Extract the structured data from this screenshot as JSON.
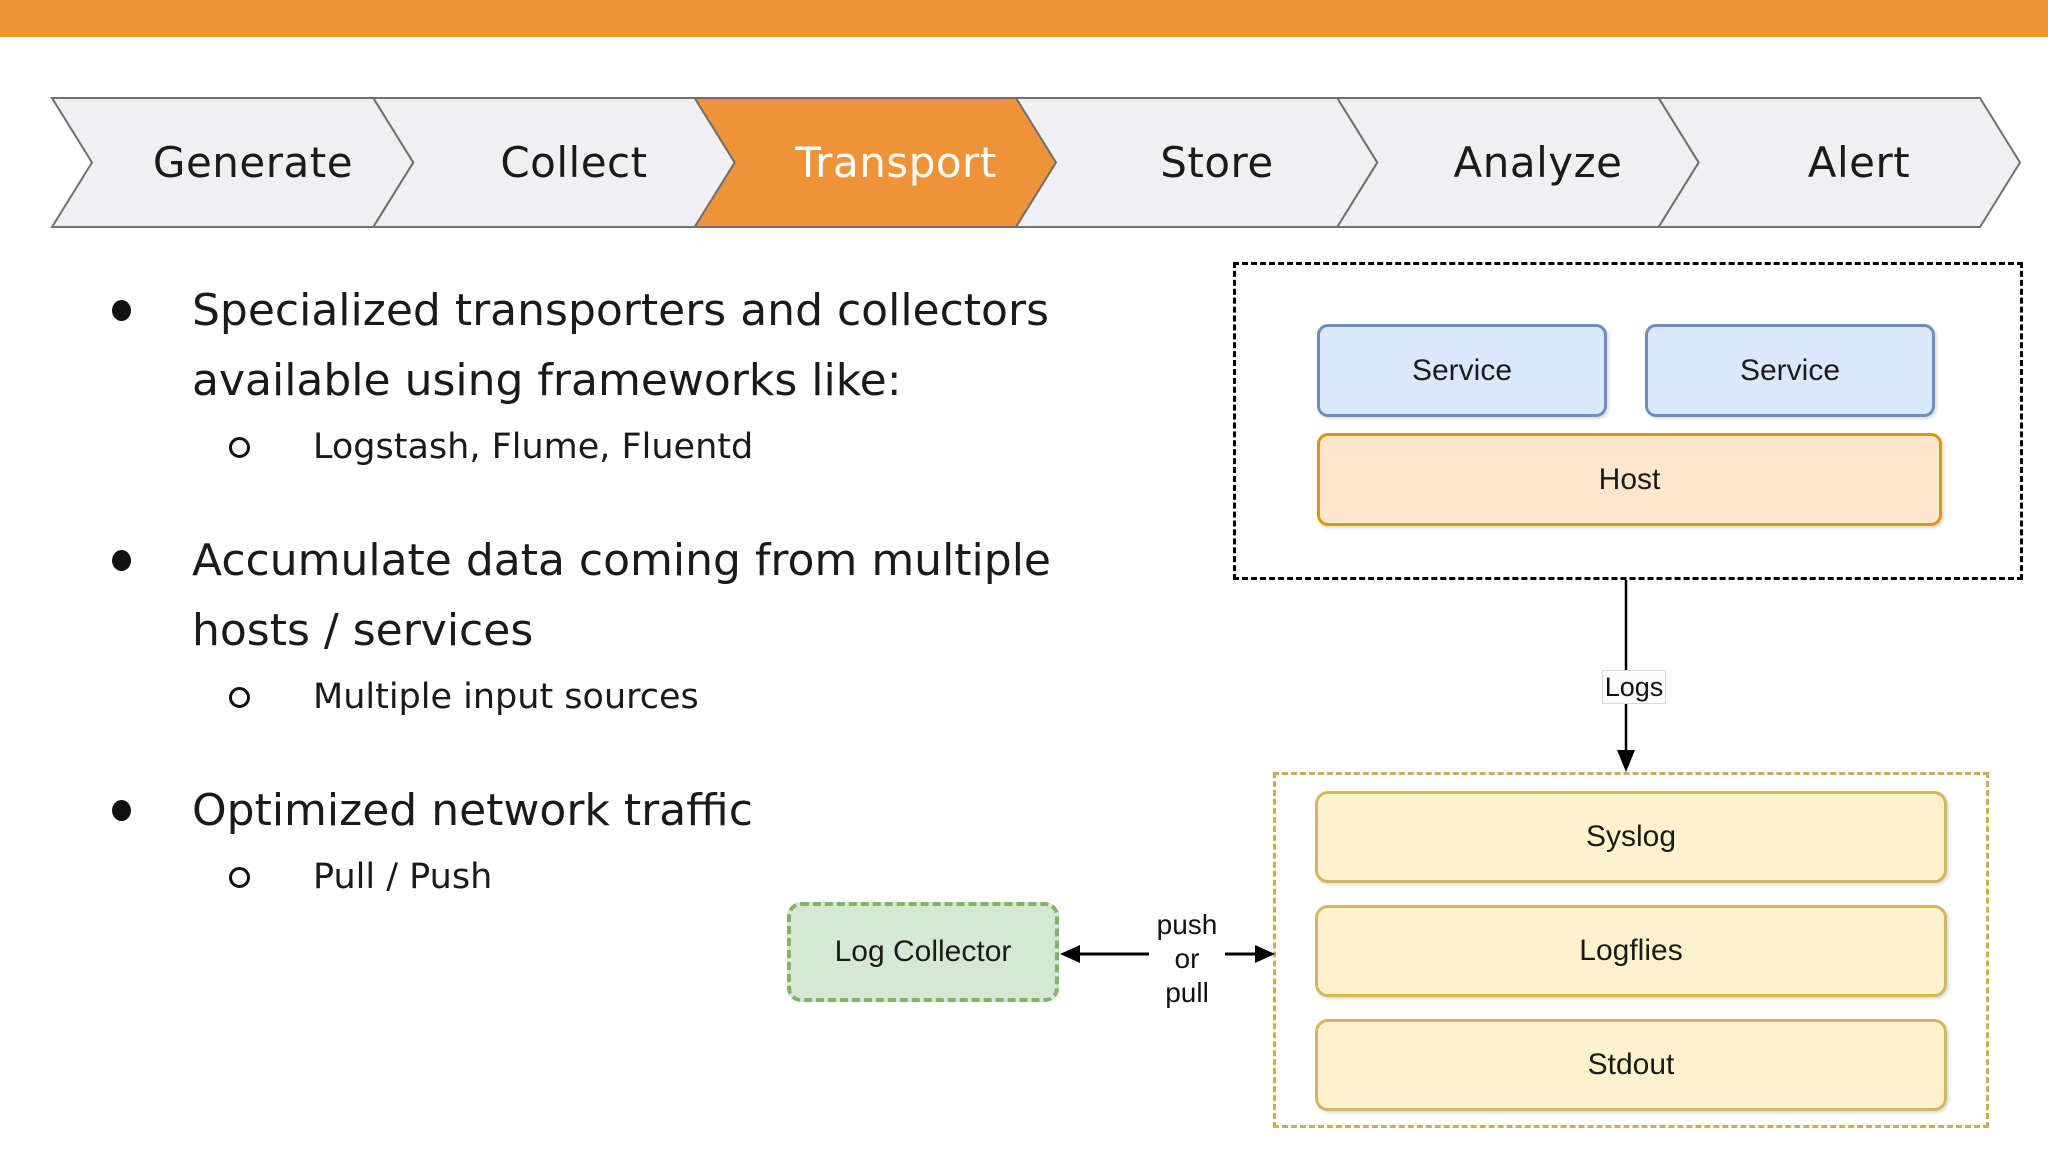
{
  "pipeline": {
    "stages": [
      {
        "label": "Generate",
        "active": false
      },
      {
        "label": "Collect",
        "active": false
      },
      {
        "label": "Transport",
        "active": true
      },
      {
        "label": "Store",
        "active": false
      },
      {
        "label": "Analyze",
        "active": false
      },
      {
        "label": "Alert",
        "active": false
      }
    ]
  },
  "bullets": [
    {
      "lines": [
        "Specialized transporters and collectors",
        "available using frameworks like:"
      ],
      "sub": [
        "Logstash, Flume, Fluentd"
      ]
    },
    {
      "lines": [
        "Accumulate data coming from multiple",
        "hosts / services"
      ],
      "sub": [
        "Multiple input sources"
      ]
    },
    {
      "lines": [
        "Optimized network traffic"
      ],
      "sub": [
        "Pull / Push"
      ]
    }
  ],
  "diagram": {
    "host_group": {
      "services": [
        "Service",
        "Service"
      ],
      "host_label": "Host"
    },
    "logs_label": "Logs",
    "log_outputs": [
      "Syslog",
      "Logflies",
      "Stdout"
    ],
    "collector_label": "Log Collector",
    "transfer_label": {
      "lines": [
        "push",
        "or",
        "pull"
      ]
    }
  },
  "colors": {
    "accent_orange": "#EF9338",
    "chevron_fill": "#F0EFF1",
    "chevron_stroke": "#707070",
    "service_fill": "#DAE8FC",
    "service_stroke": "#6C8EBF",
    "host_fill": "#FFE6CC",
    "host_stroke": "#D79B00",
    "source_fill": "#FFF2CC",
    "source_stroke": "#D6B656",
    "collector_fill": "#D5E8D4",
    "collector_stroke": "#82B366"
  }
}
